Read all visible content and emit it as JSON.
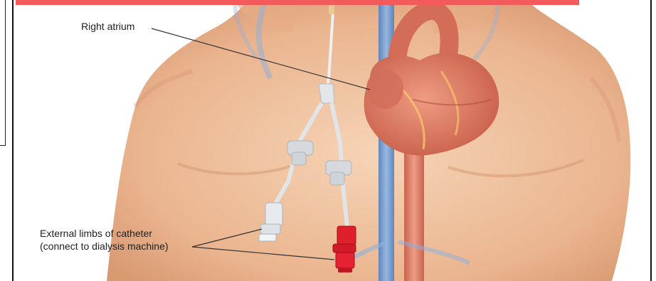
{
  "labels": {
    "right_atrium": "Right atrium",
    "external_limbs_line1": "External limbs of catheter",
    "external_limbs_line2": "(connect to dialysis machine)"
  },
  "colors": {
    "banner": "#f25a5c",
    "skin": "#f2c7a3",
    "skin_shadow": "#dca27c",
    "vein_blue": "#6f9fd6",
    "artery_red": "#e07a66",
    "heart": "#e4826c",
    "clamp": "#d9dde2",
    "connector_red": "#e01f2d",
    "connector_white": "#e8ecef"
  }
}
